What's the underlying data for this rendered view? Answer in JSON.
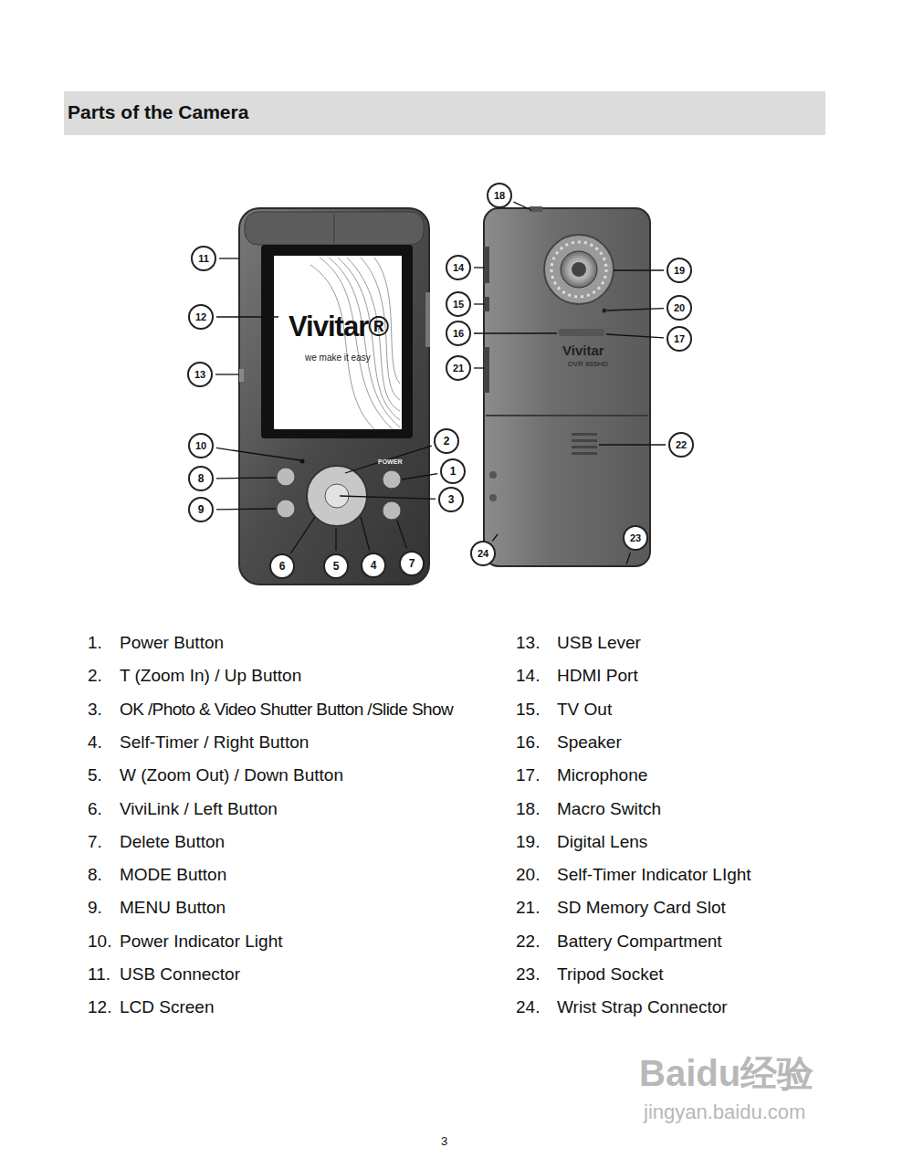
{
  "diagram": {
    "title": "Parts of the Camera",
    "labels": [
      "1",
      "2",
      "3",
      "4",
      "5",
      "6",
      "7",
      "8",
      "9",
      "10",
      "11",
      "12",
      "13",
      "14",
      "15",
      "16",
      "17",
      "18",
      "19",
      "20",
      "21",
      "22",
      "23",
      "24",
      "1.",
      "Power Button",
      "2.",
      "T (Zoom In) / Up Button",
      "3.",
      "OK /Photo & Video Shutter Button /Slide Show",
      "4.",
      "Self-Timer / Right Button",
      "5.",
      "W (Zoom Out) / Down Button",
      "6.",
      "ViviLink / Left Button",
      "7.",
      "Delete Button",
      "8.",
      "MODE Button",
      "9.",
      "MENU Button",
      "10.",
      "Power Indicator Light",
      "11.",
      "USB Connector",
      "12.",
      "LCD Screen",
      "13.",
      "USB Lever",
      "14.",
      "HDMI Port",
      "15.",
      "TV Out",
      "16.",
      "Speaker",
      "17.",
      "Microphone",
      "18.",
      "Macro Switch",
      "19.",
      "Digital Lens",
      "20.",
      "Self-Timer Indicator LIght",
      "21.",
      "SD Memory Card Slot",
      "22.",
      "Battery Compartment",
      "23.",
      "Tripod Socket",
      "24.",
      "Wrist Strap Connector",
      "Vivitar®",
      "we make it easy",
      "POWER",
      "Vivitar",
      "DVR 865HD",
      "3",
      "Baidu经验",
      "jingyan.baidu.com"
    ]
  }
}
